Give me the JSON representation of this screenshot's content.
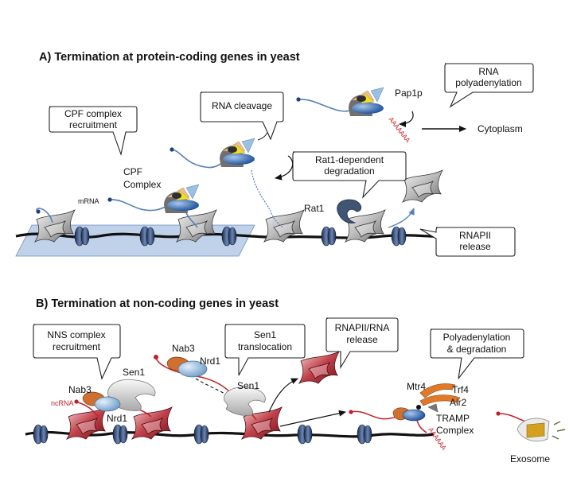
{
  "panel_a": {
    "title": "A) Termination at protein-coding genes in yeast",
    "callouts": {
      "cpf_recruitment": [
        "CPF complex",
        "recruitment"
      ],
      "rna_cleavage": [
        "RNA cleavage"
      ],
      "rna_polyadenylation": [
        "RNA",
        "polyadenylation"
      ],
      "rat1_degradation": [
        "Rat1-dependent",
        "degradation"
      ],
      "rnapii_release": [
        "RNAPII",
        "release"
      ]
    },
    "labels": {
      "pap1p": "Pap1p",
      "cytoplasm": "Cytoplasm",
      "cpf_complex": [
        "CPF",
        "Complex"
      ],
      "mrna": "mRNA",
      "rat1": "Rat1",
      "poly_a_tail": "AAAAAAA"
    }
  },
  "panel_b": {
    "title": "B) Termination at non-coding genes in yeast",
    "callouts": {
      "nns_recruitment": [
        "NNS complex",
        "recruitment"
      ],
      "sen1_translocation": [
        "Sen1",
        "translocation"
      ],
      "rnapii_rna_release": [
        "RNAPII/RNA",
        "release"
      ],
      "polyadenylation_degradation": [
        "Polyadenylation",
        "& degradation"
      ]
    },
    "labels": {
      "sen1_left": "Sen1",
      "nab3_left": "Nab3",
      "ncrna": "ncRNA",
      "nrd1_left": "Nrd1",
      "nab3_mid": "Nab3",
      "nrd1_mid": "Nrd1",
      "sen1_mid": "Sen1",
      "mtr4": "Mtr4",
      "trf4": "Trf4",
      "air2": "Air2",
      "tramp_complex": [
        "TRAMP",
        "Complex"
      ],
      "exosome": "Exosome",
      "poly_a_tail": "AAAAAA"
    }
  },
  "colors": {
    "rnapii_grey": "#a8a8a8",
    "rnapii_red": "#b8323a",
    "dna": "#111111",
    "nucleosome": "#3c5a8a",
    "rna_blue": "#5a7fb8",
    "rna_red": "#c41e28",
    "sen1": "#d8d8d8",
    "nab3": "#d07030",
    "nrd1": "#90b8dc",
    "mtr4_trf4": "#e07a28",
    "exosome_gold": "#d4a020"
  }
}
